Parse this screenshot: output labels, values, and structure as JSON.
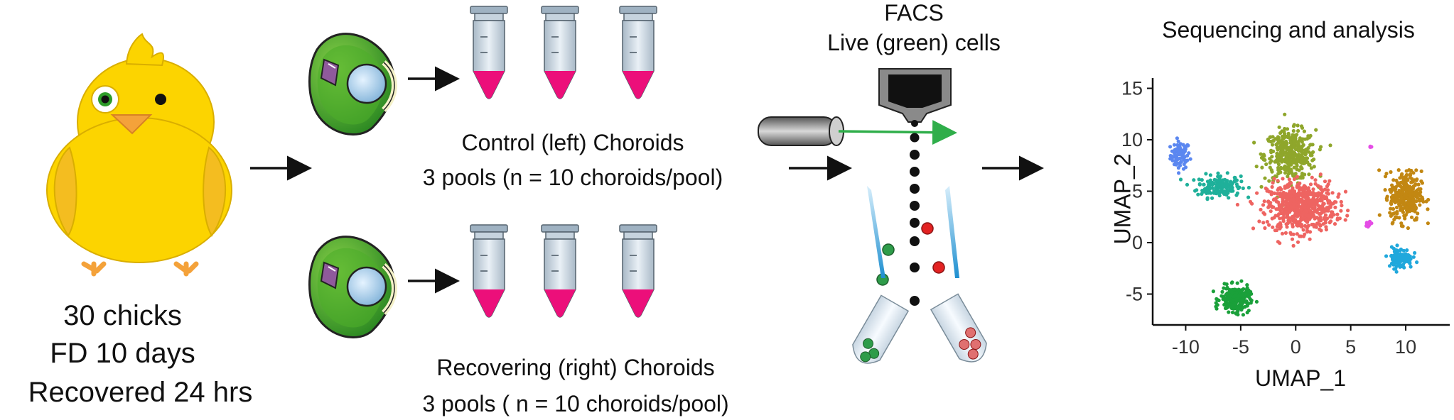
{
  "chick_text": {
    "line1": "30 chicks",
    "line2": "FD 10 days",
    "line3": "Recovered 24 hrs"
  },
  "groups": {
    "control_title": "Control (left) Choroids",
    "control_pools": "3 pools (n = 10 choroids/pool)",
    "recovering_title": "Recovering (right) Choroids",
    "recovering_pools": "3 pools ( n = 10 choroids/pool)"
  },
  "facs": {
    "title": "FACS",
    "subtitle": "Live (green) cells"
  },
  "analysis": {
    "title": "Sequencing and analysis"
  },
  "colors": {
    "chick_yellow": "#fcd400",
    "beak_orange": "#f4a23a",
    "eye_green": "#2e9c2a",
    "tube_liquid": "#ec0f7a",
    "laser_green": "#2fae4a",
    "dead_cell_red": "#e32222"
  },
  "chart_data": {
    "type": "scatter",
    "xlabel": "UMAP_1",
    "ylabel": "UMAP_2",
    "xlim": [
      -13,
      14
    ],
    "ylim": [
      -8,
      16
    ],
    "xticks": [
      "-10",
      "-5",
      "0",
      "5",
      "10"
    ],
    "yticks": [
      "15",
      "10",
      "5",
      "0",
      "-5"
    ],
    "xtick_values": [
      -10,
      -5,
      0,
      5,
      10
    ],
    "ytick_values": [
      15,
      10,
      5,
      0,
      -5
    ],
    "grid": false,
    "clusters": [
      {
        "color": "#5b87f0",
        "cx": -10.5,
        "cy": 8.5,
        "sx": 0.8,
        "sy": 1.2,
        "n": 80
      },
      {
        "color": "#1fb09a",
        "cx": -7.0,
        "cy": 5.5,
        "sx": 1.8,
        "sy": 1.0,
        "n": 170
      },
      {
        "color": "#8fa62b",
        "cx": -0.5,
        "cy": 8.5,
        "sx": 2.1,
        "sy": 2.2,
        "n": 380
      },
      {
        "color": "#ee6461",
        "cx": 0.5,
        "cy": 3.5,
        "sx": 2.8,
        "sy": 2.2,
        "n": 600
      },
      {
        "color": "#1aa03a",
        "cx": -5.5,
        "cy": -5.5,
        "sx": 1.2,
        "sy": 1.1,
        "n": 260
      },
      {
        "color": "#c28712",
        "cx": 10.0,
        "cy": 4.5,
        "sx": 1.3,
        "sy": 2.2,
        "n": 320
      },
      {
        "color": "#20a8dc",
        "cx": 9.5,
        "cy": -1.5,
        "sx": 1.0,
        "sy": 0.9,
        "n": 110
      },
      {
        "color": "#e54de6",
        "cx": 6.6,
        "cy": 1.8,
        "sx": 0.4,
        "sy": 0.3,
        "n": 14
      },
      {
        "color": "#e54de6",
        "cx": 6.8,
        "cy": 9.3,
        "sx": 0.2,
        "sy": 0.2,
        "n": 4
      }
    ]
  }
}
